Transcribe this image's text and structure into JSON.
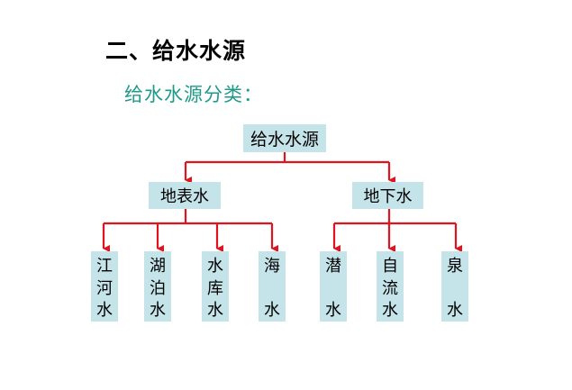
{
  "title": "二、给水水源",
  "subtitle": "给水水源分类：",
  "colors": {
    "box_fill": "#c5e4e9",
    "connector": "#e0141e",
    "subtitle": "#1f9a8a",
    "title": "#000000"
  },
  "tree": {
    "root": "给水水源",
    "branches": [
      {
        "label": "地表水",
        "leaves": [
          {
            "chars": [
              "江",
              "河",
              "水"
            ]
          },
          {
            "chars": [
              "湖",
              "泊",
              "水"
            ]
          },
          {
            "chars": [
              "水",
              "库",
              "水"
            ]
          },
          {
            "chars": [
              "海",
              "",
              "水"
            ]
          }
        ]
      },
      {
        "label": "地下水",
        "leaves": [
          {
            "chars": [
              "潜",
              "",
              "水"
            ]
          },
          {
            "chars": [
              "自",
              "流",
              "水"
            ]
          },
          {
            "chars": [
              "泉",
              "",
              "水"
            ]
          }
        ]
      }
    ]
  }
}
